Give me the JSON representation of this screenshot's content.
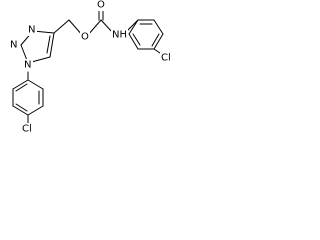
{
  "molecule": {
    "atoms": {
      "n_ring_top": "N",
      "n_ring_left": "N",
      "n_ring_bottom": "N",
      "o_ether": "O",
      "o_carbonyl": "O",
      "nh_amide": "NH",
      "cl_aryl_right": "Cl",
      "cl_aryl_bottom": "Cl"
    }
  }
}
